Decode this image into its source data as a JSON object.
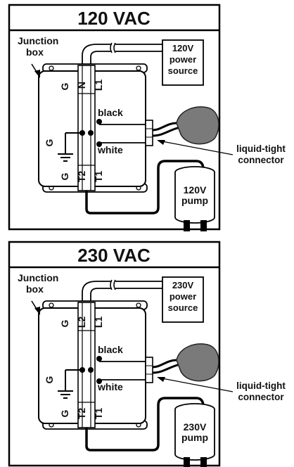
{
  "panels": [
    {
      "title": "120 VAC",
      "junction_label": [
        "Junction",
        "box"
      ],
      "source_label": [
        "120V",
        "power",
        "source"
      ],
      "terminals": {
        "g_top": "G",
        "n": "N",
        "l1": "L1",
        "g_bottom": "G",
        "t2": "T2",
        "t1": "T1",
        "g_left": "G"
      },
      "wire_black": "black",
      "wire_white": "white",
      "pump_label": [
        "120V",
        "pump"
      ]
    },
    {
      "title": "230 VAC",
      "junction_label": [
        "Junction",
        "box"
      ],
      "source_label": [
        "230V",
        "power",
        "source"
      ],
      "terminals": {
        "g_top": "G",
        "n": "L2",
        "l1": "L1",
        "g_bottom": "G",
        "t2": "T2",
        "t1": "T1",
        "g_left": "G"
      },
      "wire_black": "black",
      "wire_white": "white",
      "pump_label": [
        "230V",
        "pump"
      ]
    }
  ],
  "connector_label": [
    "liquid-tight",
    "connector"
  ]
}
